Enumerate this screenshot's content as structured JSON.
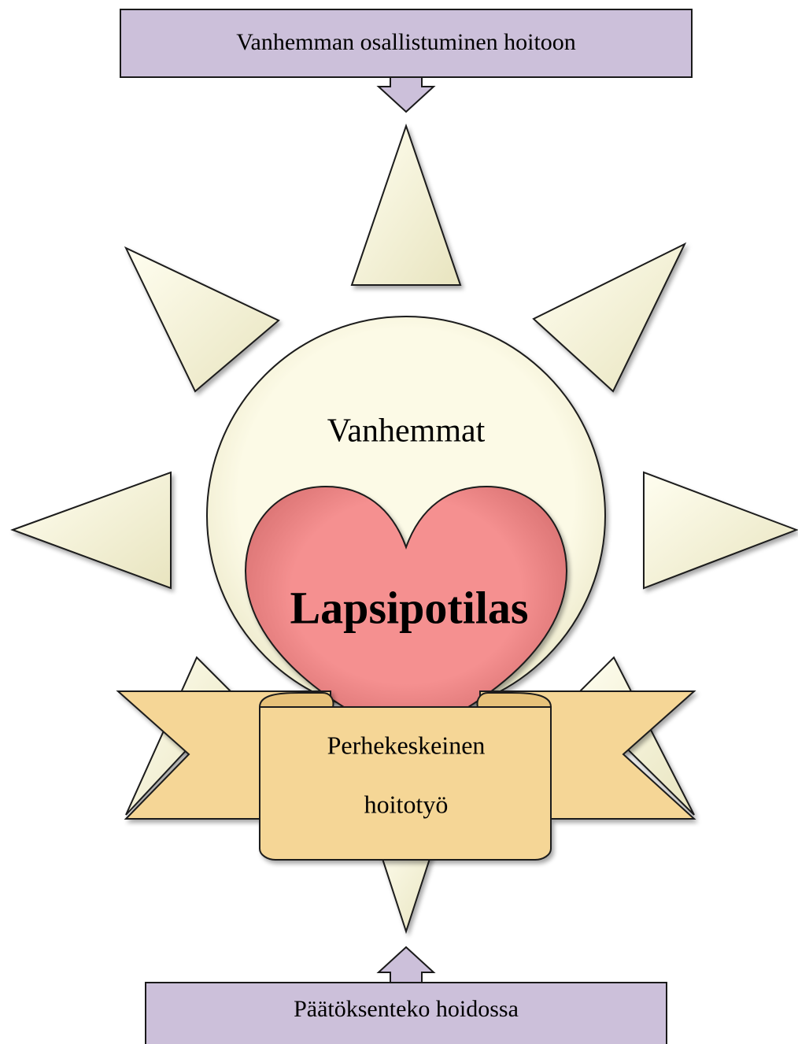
{
  "top_box": {
    "text": "Vanhemman osallistuminen hoitoon"
  },
  "bottom_box": {
    "text": "Päätöksenteko hoidossa"
  },
  "circle": {
    "text": "Vanhemmat"
  },
  "heart": {
    "text": "Lapsipotilas"
  },
  "banner": {
    "line1": "Perhekeskeinen",
    "line2": "hoitotyö"
  },
  "colors": {
    "box_fill": "#ccc0da",
    "ray_fill": "#f6f3d8",
    "circle_fill": "#fbf9e2",
    "heart_fill": "#f28c8c",
    "banner_fill": "#f5d696",
    "outline": "#1a1a1a"
  }
}
